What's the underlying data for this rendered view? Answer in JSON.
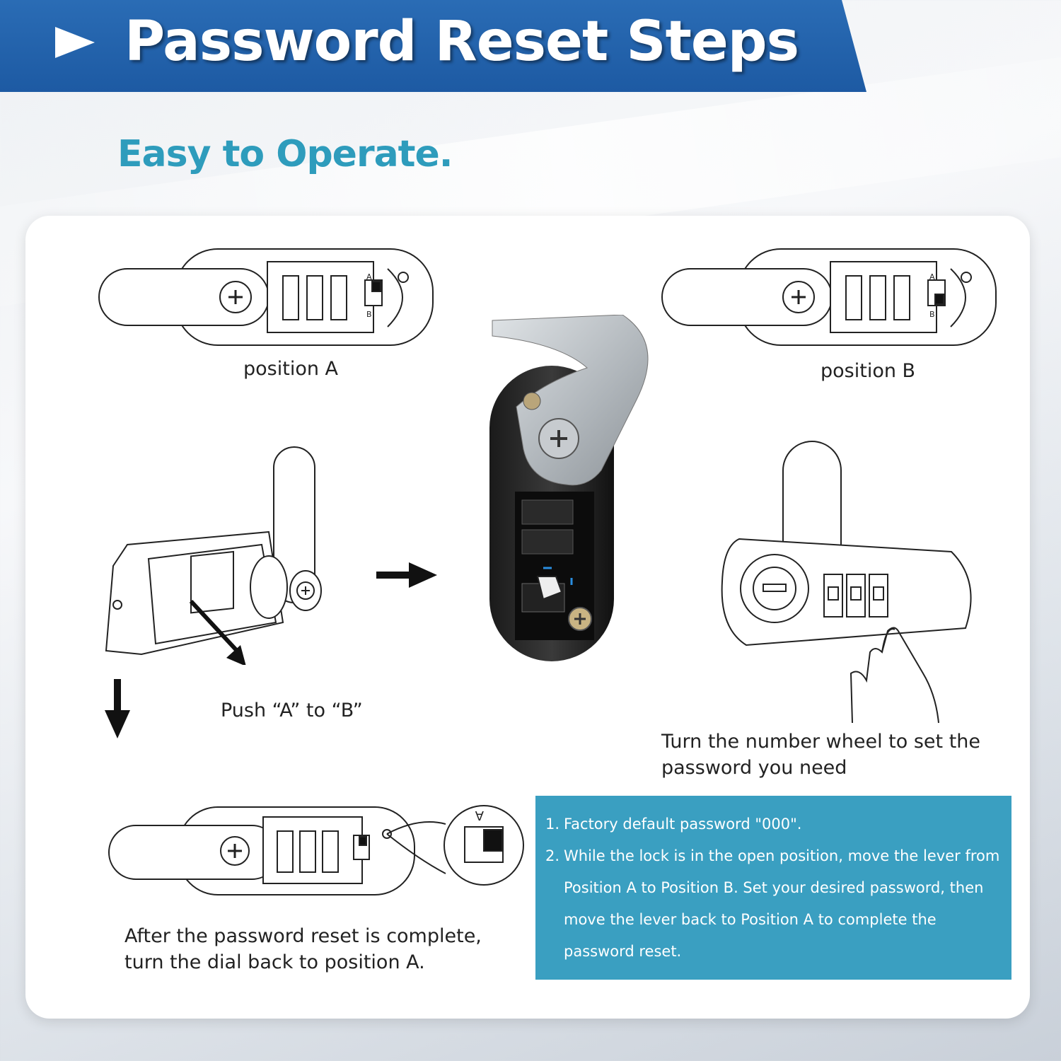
{
  "header": {
    "title": "Password Reset Steps",
    "subtitle": "Easy to Operate."
  },
  "steps": {
    "position_a": "position A",
    "position_b": "position B",
    "push": "Push “A” to “B”",
    "turn_wheel_line1": "Turn the number wheel to set the",
    "turn_wheel_line2": "password you need",
    "after_reset_line1": "After the password reset is complete,",
    "after_reset_line2": "turn the dial back to position A."
  },
  "lock_labels": {
    "slot_a": "A",
    "slot_b": "B"
  },
  "instructions": [
    {
      "num": "1.",
      "text": "Factory default password \"000\"."
    },
    {
      "num": "2.",
      "text": "While the lock is in the open position, move the lever from Position A to Position B. Set your desired password, then move the lever back to Position A to complete the password reset."
    }
  ],
  "colors": {
    "banner": "#1d5aa3",
    "accent": "#2e9cbc",
    "info_box": "#3a9fc1"
  }
}
